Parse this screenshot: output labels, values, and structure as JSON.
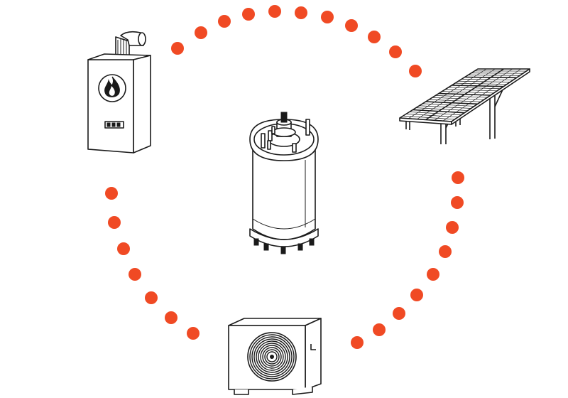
{
  "colors": {
    "dot": "#f04a24",
    "line": "#1a1a1a",
    "background": "#ffffff"
  },
  "nodes": [
    {
      "id": "gas-boiler",
      "icon": "gas-boiler-flame-icon"
    },
    {
      "id": "solar-panel",
      "icon": "solar-panel-array-icon"
    },
    {
      "id": "heat-pump",
      "icon": "heat-pump-fan-unit-icon"
    },
    {
      "id": "water-tank",
      "icon": "hot-water-cylinder-icon"
    }
  ],
  "connector": {
    "style": "dotted-circle",
    "gaps": 3
  }
}
